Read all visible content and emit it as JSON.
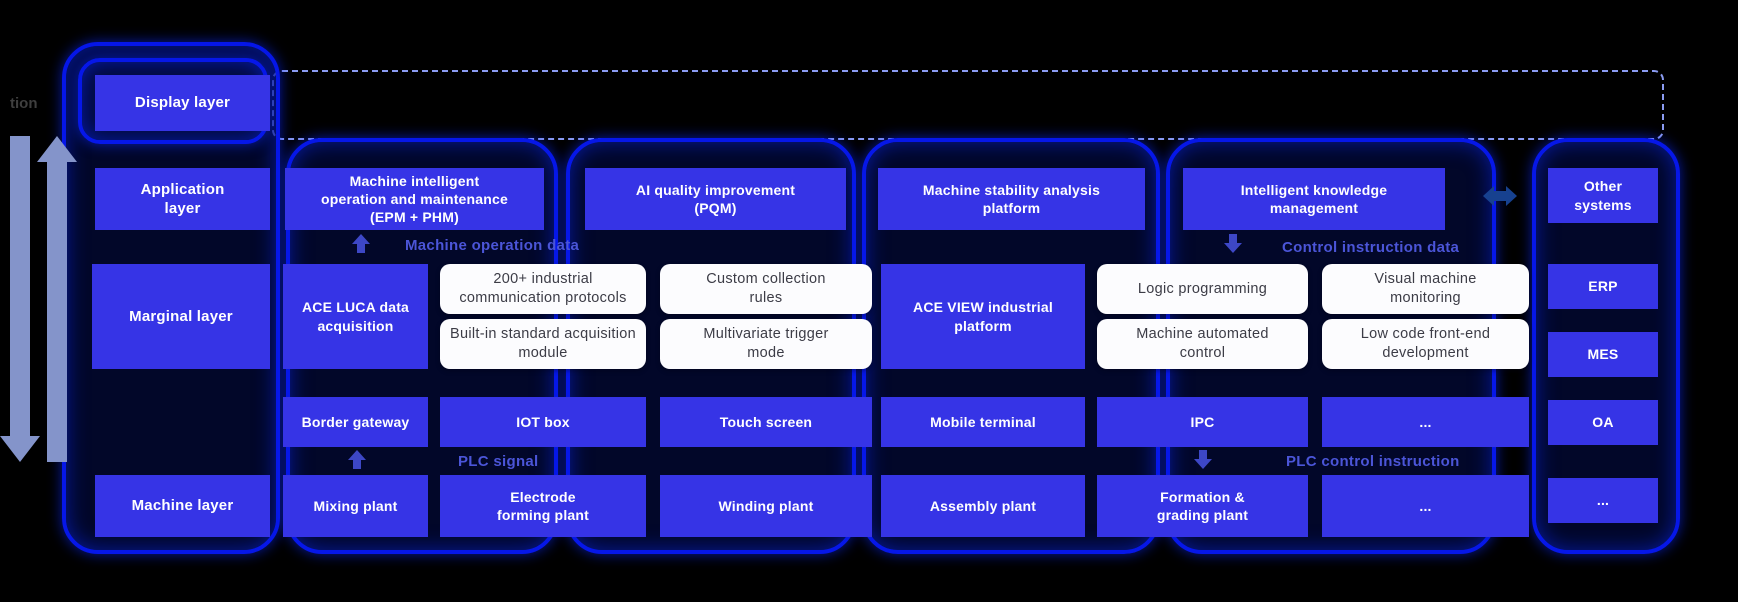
{
  "colors": {
    "background": "#000000",
    "box_blue": "#3634e6",
    "capsule_outline": "#0617e8",
    "white_box": "#fcfcfe",
    "flow_label": "#4b55d8",
    "side_arrows": "#8494ca",
    "exchange_arrow": "#17418f",
    "dashed_border": "#8b9cf2"
  },
  "side": {
    "clipped_label": "tion"
  },
  "layers": [
    "Display layer",
    "Application layer",
    "Marginal layer",
    "Machine layer"
  ],
  "app_row": [
    "Machine intelligent operation and maintenance (EPM + PHM)",
    "AI quality improvement (PQM)",
    "Machine stability analysis platform",
    "Intelligent knowledge management"
  ],
  "right_col": [
    "Other systems",
    "ERP",
    "MES",
    "OA",
    "..."
  ],
  "marginal": {
    "ace_luca": "ACE LUCA data acquisition",
    "ace_view": "ACE VIEW industrial platform",
    "features": [
      "200+ industrial communication protocols",
      "Built-in standard acquisition module",
      "Custom collection rules",
      "Multivariate trigger mode",
      "Logic programming",
      "Machine automated control",
      "Visual machine monitoring",
      "Low code front-end development"
    ]
  },
  "device_row": [
    "Border gateway",
    "IOT box",
    "Touch screen",
    "Mobile terminal",
    "IPC",
    "..."
  ],
  "machine_row": [
    "Mixing plant",
    "Electrode forming plant",
    "Winding plant",
    "Assembly plant",
    "Formation & grading plant",
    "...",
    "..."
  ],
  "flow_labels": {
    "machine_operation": "Machine operation data",
    "control_instruction": "Control instruction data",
    "plc_signal": "PLC signal",
    "plc_control": "PLC control instruction"
  },
  "icons": {
    "down_flow": "down-arrow",
    "up_flow": "up-arrow",
    "exchange": "left-right-arrow"
  }
}
